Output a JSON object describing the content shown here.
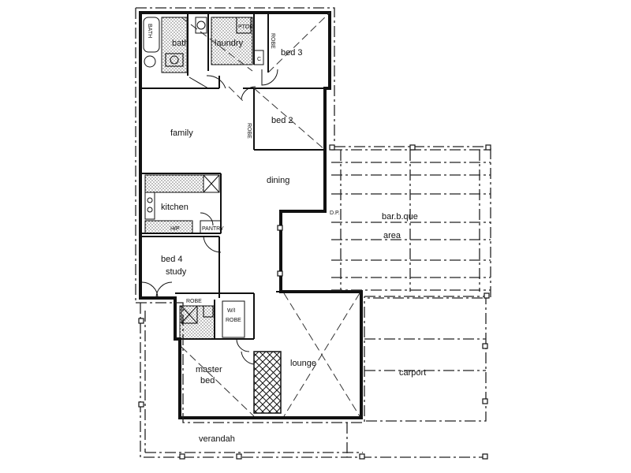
{
  "rooms": {
    "bath": "bath",
    "laundry": "laundry",
    "bed3": "bed 3",
    "bed2": "bed 2",
    "family": "family",
    "dining": "dining",
    "kitchen": "kitchen",
    "bbq_line1": "bar.b.que",
    "bbq_line2": "area",
    "bed4_line1": "bed 4",
    "bed4_line2": "study",
    "master_line1": "master",
    "master_line2": "bed",
    "lounge": "lounge",
    "carport": "carport",
    "verandah": "verandah"
  },
  "fixtures": {
    "robe_bed3": "ROBE",
    "c": "C",
    "robe_bed2": "ROBE",
    "robe_master": "ROBE",
    "wi_line1": "W/I",
    "wi_line2": "ROBE",
    "pantry": "PANTRY",
    "hp": "H/P",
    "dp": "D.P.",
    "bath_tub": "BATH",
    "pot_wc": "PTOR"
  }
}
